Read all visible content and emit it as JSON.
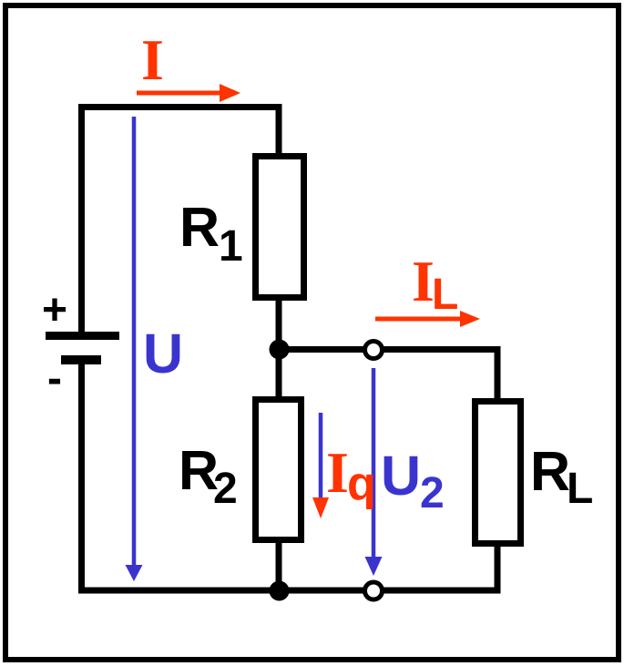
{
  "colors": {
    "wire": "#000000",
    "current": "#ff3300",
    "voltage": "#3a34cf"
  },
  "diagram": {
    "kind": "loaded-voltage-divider-circuit",
    "source": {
      "plus_label": "+",
      "minus_label": "-"
    },
    "labels": {
      "current_main": {
        "base": "I"
      },
      "current_load": {
        "base": "I",
        "sub": "L"
      },
      "current_cross": {
        "base": "I",
        "sub": "q"
      },
      "voltage_main": {
        "base": "U"
      },
      "voltage_out": {
        "base": "U",
        "sub": "2"
      },
      "resistor_1": {
        "base": "R",
        "sub": "1"
      },
      "resistor_2": {
        "base": "R",
        "sub": "2"
      },
      "resistor_load": {
        "base": "R",
        "sub": "L"
      }
    },
    "components": [
      {
        "name": "battery-icon",
        "shape": "two-plate voltage source"
      },
      {
        "name": "resistor-r1",
        "shape": "rectangle"
      },
      {
        "name": "resistor-r2",
        "shape": "rectangle"
      },
      {
        "name": "resistor-rl",
        "shape": "rectangle"
      },
      {
        "name": "junction-dot",
        "shape": "filled circle"
      },
      {
        "name": "terminal-circle",
        "shape": "open circle"
      }
    ]
  }
}
